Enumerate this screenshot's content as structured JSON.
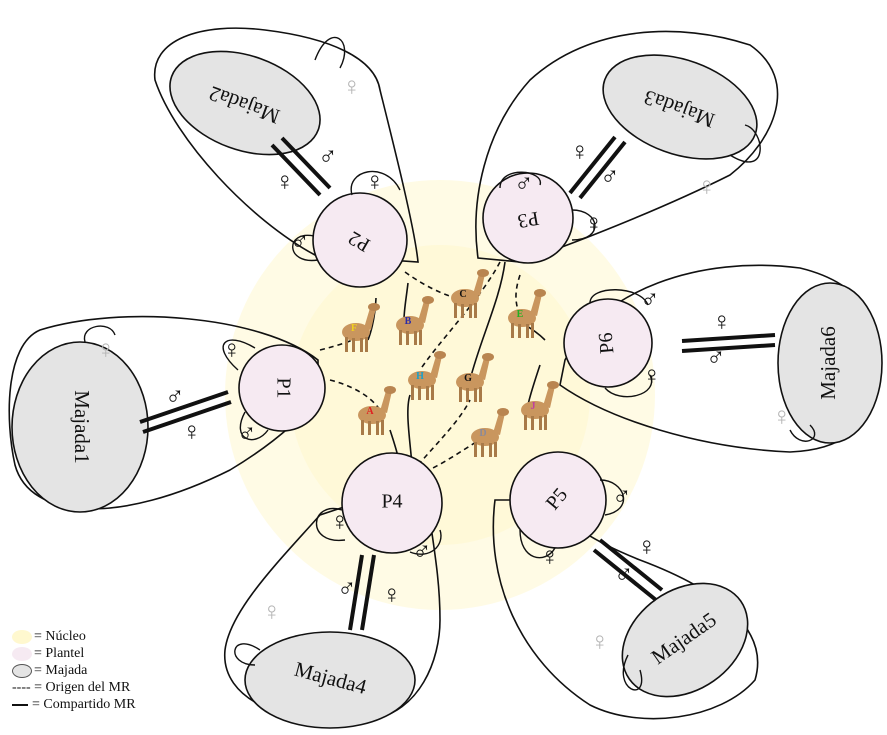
{
  "diagram": {
    "colors": {
      "nucleo": "#fff8cf",
      "plantel": "#f6eaf2",
      "majada": "#e4e4e4",
      "line": "#111111",
      "faded_symbol": "#b5b5b5"
    },
    "symbols": {
      "male": "♂",
      "female": "♀"
    },
    "majadas": [
      "Majada1",
      "Majada2",
      "Majada3",
      "Majada4",
      "Majada5",
      "Majada6"
    ],
    "planteles": [
      "P1",
      "P2",
      "P3",
      "P4",
      "P5",
      "P6"
    ],
    "alpacas": [
      {
        "letter": "A",
        "color": "#e02020"
      },
      {
        "letter": "B",
        "color": "#2c2ca8"
      },
      {
        "letter": "C",
        "color": "#111111"
      },
      {
        "letter": "D",
        "color": "#8a8a9a"
      },
      {
        "letter": "E",
        "color": "#22b022"
      },
      {
        "letter": "F",
        "color": "#f0d020"
      },
      {
        "letter": "G",
        "color": "#111111"
      },
      {
        "letter": "H",
        "color": "#1aa0c8"
      },
      {
        "letter": "J",
        "color": "#c040a0"
      }
    ]
  },
  "legend": {
    "nucleo": "= Núcleo",
    "plantel": "= Plantel",
    "majada": "= Majada",
    "origen": "---- = Origen del MR",
    "compartido": "= Compartido MR"
  }
}
